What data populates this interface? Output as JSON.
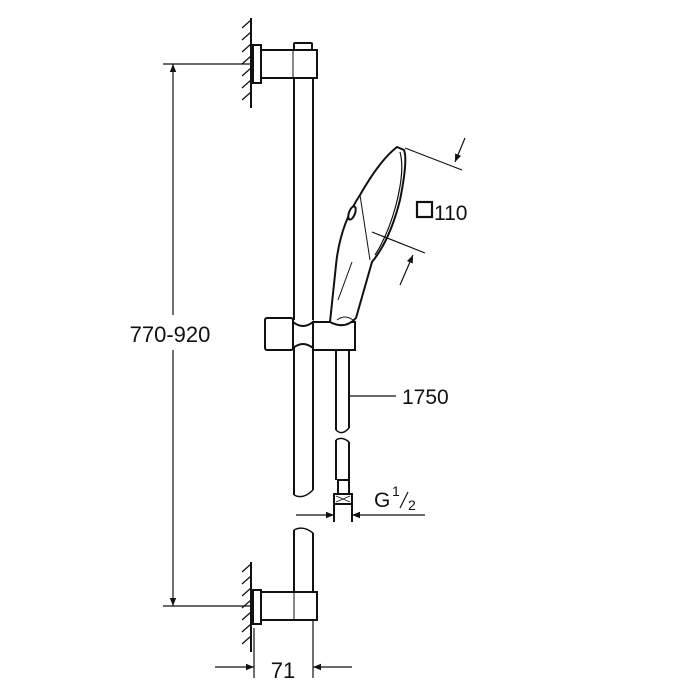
{
  "diagram": {
    "type": "technical-drawing",
    "subject": "shower rail set",
    "dimensions": {
      "rail_height": "770-920",
      "head_size_symbol": "□",
      "head_size": "110",
      "hose_length": "1750",
      "connection_thread": "G",
      "connection_num": "1",
      "connection_den": "2",
      "wall_projection": "71"
    },
    "colors": {
      "line": "#111111",
      "background": "#ffffff"
    }
  }
}
